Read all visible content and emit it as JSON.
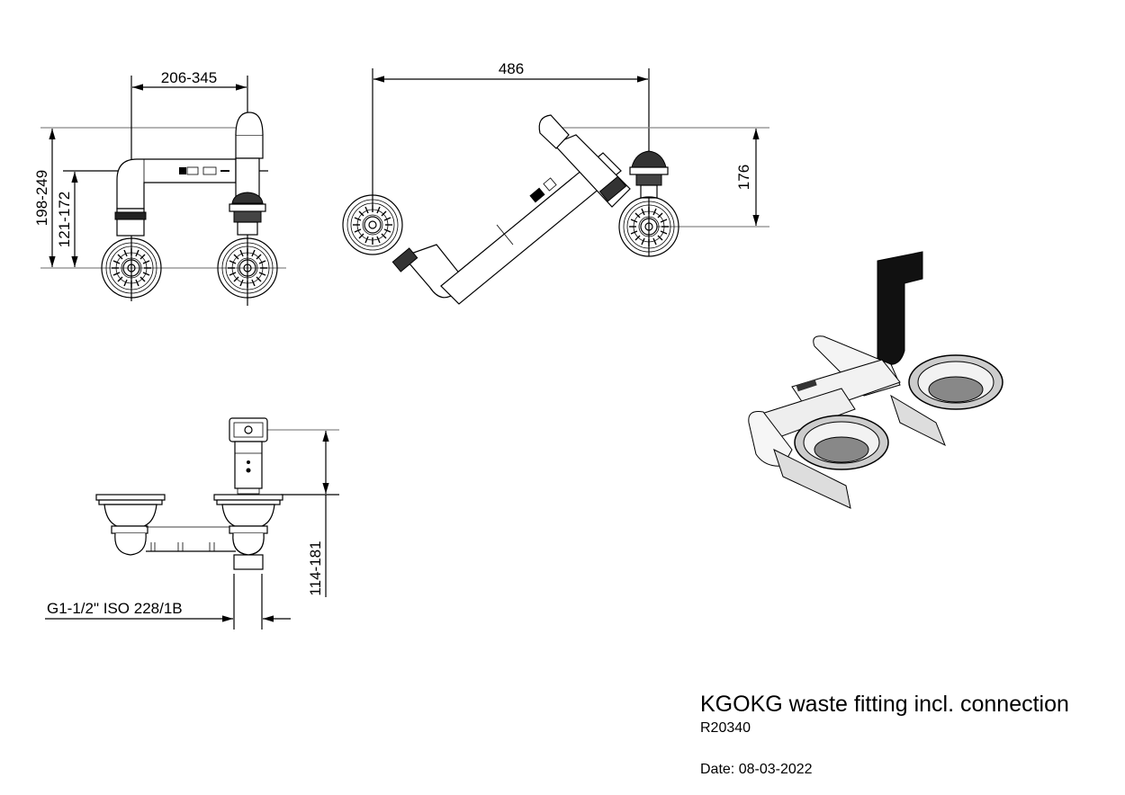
{
  "drawing": {
    "title": "KGOKG waste fitting incl. connection",
    "article_number": "R20340",
    "date": "Date: 08-03-2022"
  },
  "views": {
    "front": {
      "dim_width": "206-345",
      "dim_height_total": "198-249",
      "dim_height_pipe": "121-172"
    },
    "top": {
      "dim_width": "486",
      "dim_depth": "176"
    },
    "side": {
      "dim_height": "114-181",
      "thread_spec": "G1-1/2\" ISO 228/1B"
    }
  },
  "colors": {
    "line": "#000000",
    "extension_line": "#888888",
    "background": "#ffffff"
  }
}
